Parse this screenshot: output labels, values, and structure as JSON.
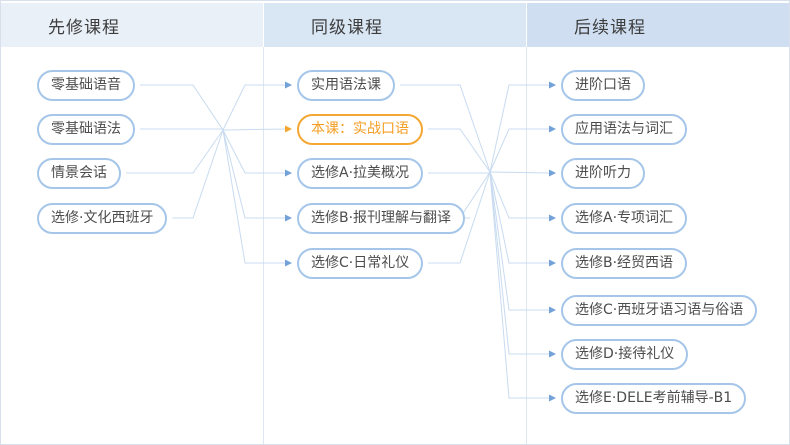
{
  "columns": [
    {
      "id": "prerequisite",
      "header": "先修课程",
      "items": [
        {
          "label": "零基础语音"
        },
        {
          "label": "零基础语法"
        },
        {
          "label": "情景会话"
        },
        {
          "label": "选修·文化西班牙"
        }
      ]
    },
    {
      "id": "same-level",
      "header": "同级课程",
      "items": [
        {
          "label": "实用语法课"
        },
        {
          "label": "本课：实战口语",
          "highlight": true
        },
        {
          "label": "选修A·拉美概况"
        },
        {
          "label": "选修B·报刊理解与翻译"
        },
        {
          "label": "选修C·日常礼仪"
        }
      ]
    },
    {
      "id": "follow-up",
      "header": "后续课程",
      "items": [
        {
          "label": "进阶口语"
        },
        {
          "label": "应用语法与词汇"
        },
        {
          "label": "进阶听力"
        },
        {
          "label": "选修A·专项词汇"
        },
        {
          "label": "选修B·经贸西语"
        },
        {
          "label": "选修C·西班牙语习语与俗语"
        },
        {
          "label": "选修D·接待礼仪"
        },
        {
          "label": "选修E·DELE考前辅导-B1"
        }
      ]
    }
  ],
  "colors": {
    "header_backgrounds": [
      "#eaf0f8",
      "#d9e6f4",
      "#cfdff1"
    ],
    "node_border": "#a5c6e9",
    "node_text": "#4d4d4d",
    "highlight_border": "#f5a733",
    "highlight_text": "#f59e23",
    "connector_line": "#c8dbf0",
    "arrow_blue": "#73a2d8",
    "arrow_orange": "#f5a62e"
  }
}
